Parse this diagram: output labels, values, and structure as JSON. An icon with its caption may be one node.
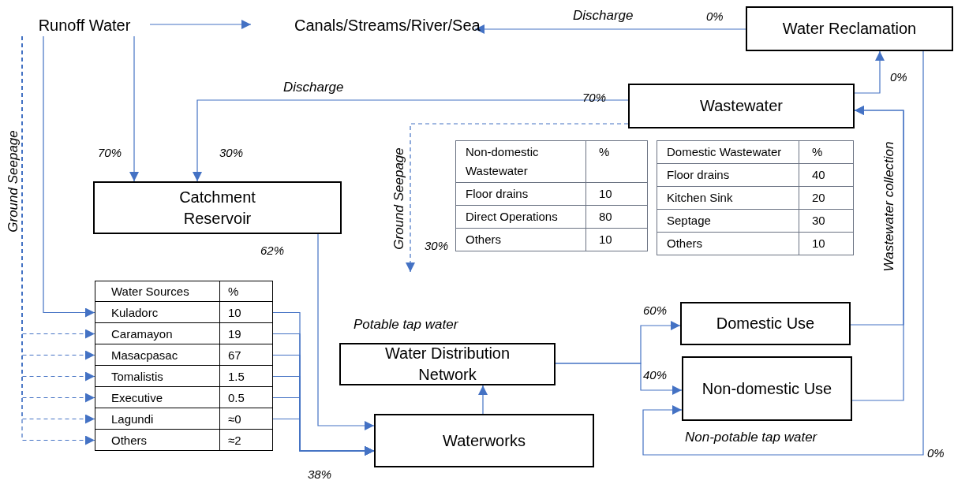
{
  "diagram": {
    "nodes": [
      {
        "text": [
          "Runoff Water"
        ]
      },
      {
        "text": [
          "Canals/Streams/River/Sea"
        ]
      },
      {
        "text": [
          "Water Reclamation"
        ]
      },
      {
        "text": [
          "Wastewater"
        ]
      },
      {
        "text": [
          "Catchment Reservoir"
        ]
      },
      {
        "text": [
          "Water Sources",
          "%"
        ]
      },
      {
        "text": [
          "Kuladorc",
          "10"
        ]
      },
      {
        "text": [
          "Caramayon",
          "19"
        ]
      },
      {
        "text": [
          "Masacpasac",
          "67"
        ]
      },
      {
        "text": [
          "Tomalistis",
          "1.5"
        ]
      },
      {
        "text": [
          "Executive",
          "0.5"
        ]
      },
      {
        "text": [
          "Lagundi",
          "≈0"
        ]
      },
      {
        "text": [
          "Others",
          "≈2"
        ]
      },
      {
        "text": [
          "Water Distribution Network"
        ],
        "beside": [
          "Potable tap water"
        ]
      },
      {
        "text": [
          "Waterworks"
        ]
      },
      {
        "text": [
          "Domestic Use"
        ]
      },
      {
        "text": [
          "Non-domestic Use"
        ],
        "beside": [
          "Non-potable tap water"
        ]
      }
    ],
    "edges": [
      {
        "from": 0,
        "to": 1,
        "arrow": "to"
      },
      {
        "from": 2,
        "to": 1,
        "arrow": "to",
        "label": "Discharge"
      },
      {
        "from": 0,
        "to": 4,
        "arrow": "to"
      },
      {
        "from": 3,
        "to": 4,
        "arrow": "to",
        "label": "Discharge"
      },
      {
        "from": 3,
        "to": 2,
        "arrow": "to"
      },
      {
        "from": 0,
        "to": 6,
        "arrow": "to"
      },
      {
        "from": 0,
        "to": 7,
        "arrow": "to",
        "style": "dashed"
      },
      {
        "from": 0,
        "to": 8,
        "arrow": "to",
        "style": "dashed"
      },
      {
        "from": 0,
        "to": 9,
        "arrow": "to",
        "style": "dashed"
      },
      {
        "from": 0,
        "to": 10,
        "arrow": "to",
        "style": "dashed"
      },
      {
        "from": 0,
        "to": 11,
        "arrow": "to",
        "style": "dashed"
      },
      {
        "from": 0,
        "to": 12,
        "arrow": "to",
        "style": "dashed"
      },
      {
        "from": 6,
        "to": 14,
        "arrow": "to"
      },
      {
        "from": 7,
        "to": 14,
        "arrow": "to"
      },
      {
        "from": 8,
        "to": 14,
        "arrow": "to"
      },
      {
        "from": 9,
        "to": 14,
        "arrow": "to"
      },
      {
        "from": 10,
        "to": 14,
        "arrow": "to"
      },
      {
        "from": 11,
        "to": 14,
        "arrow": "to"
      },
      {
        "from": 4,
        "to": 14,
        "arrow": "to"
      },
      {
        "from": 14,
        "to": 13,
        "arrow": "to"
      },
      {
        "from": 13,
        "to": 15,
        "arrow": "to"
      },
      {
        "from": 13,
        "to": 16,
        "arrow": "to"
      },
      {
        "from": 15,
        "to": 3,
        "arrow": "to"
      },
      {
        "from": 16,
        "to": 3,
        "arrow": "to"
      },
      {
        "from": 2,
        "to": 16,
        "arrow": "to"
      },
      {
        "from": 3,
        "to": null,
        "arrow": "to",
        "style": "dashed"
      }
    ],
    "labels": [
      "0%",
      "0%",
      "70%",
      "70%",
      "30%",
      "Ground Seepage",
      "Ground Seepage",
      "Wastewater collection",
      "30%",
      "62%",
      "60%",
      "40%",
      "0%",
      "38%",
      "Non-domestic Wastewater",
      "%",
      "Floor drains",
      "10",
      "Direct Operations",
      "80",
      "Others",
      "10",
      "Domestic Wastewater",
      "%",
      "Floor drains",
      "40",
      "Kitchen Sink",
      "20",
      "Septage",
      "30",
      "Others",
      "10"
    ]
  }
}
